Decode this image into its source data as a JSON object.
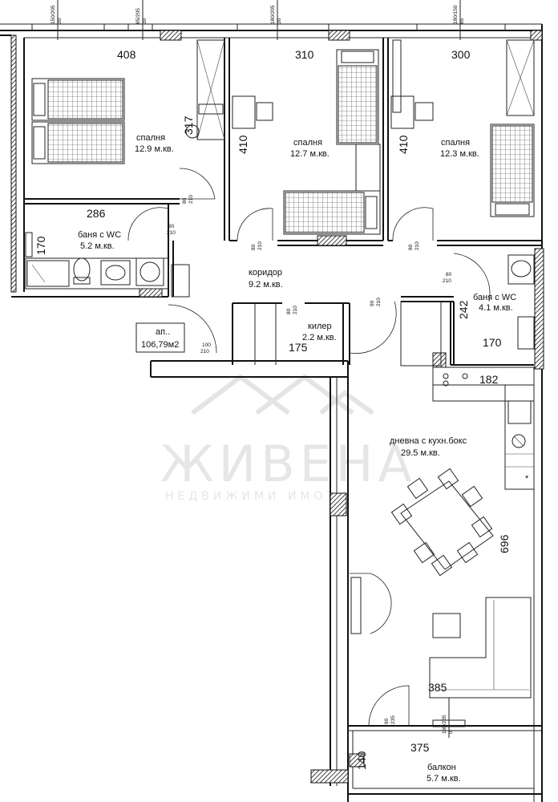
{
  "rooms": {
    "bedroom1": {
      "name": "спалня",
      "area": "12.9 м.кв."
    },
    "bedroom2": {
      "name": "спалня",
      "area": "12.7 м.кв."
    },
    "bedroom3": {
      "name": "спалня",
      "area": "12.3 м.кв."
    },
    "bath1": {
      "name": "баня с WC",
      "area": "5.2 м.кв."
    },
    "bath2": {
      "name": "баня с WC",
      "area": "4.1 м.кв."
    },
    "corridor": {
      "name": "коридор",
      "area": "9.2 м.кв."
    },
    "storage": {
      "name": "килер",
      "area": "2.2 м.кв."
    },
    "living": {
      "name": "дневна с кухн.бокс",
      "area": "29.5 м.кв."
    },
    "balcony": {
      "name": "балкон",
      "area": "5.7 м.кв."
    }
  },
  "apartment": {
    "label": "ап..",
    "area": "106,79м2"
  },
  "dimensions": {
    "d408": "408",
    "d310": "310",
    "d300": "300",
    "d317": "317",
    "d410a": "410",
    "d410b": "410",
    "d286": "286",
    "d170a": "170",
    "d242": "242",
    "d170b": "170",
    "d182": "182",
    "d175": "175",
    "d696": "696",
    "d385": "385",
    "d375": "375",
    "d140": "140"
  },
  "window_labels": {
    "w1a": "150/205",
    "w1b": "30",
    "w2a": "85/205",
    "w2b": "30",
    "w3a": "180/205",
    "w3b": "30",
    "w4a": "180/150",
    "w4b": "85",
    "w5a": "160/235",
    "w5b": "0"
  },
  "door_labels": {
    "d1a": "80",
    "d1b": "210",
    "d2a": "80",
    "d2b": "210",
    "d3a": "80",
    "d3b": "210",
    "d4a": "80",
    "d4b": "210",
    "d5a": "80",
    "d5b": "210",
    "d6a": "90",
    "d6b": "210",
    "d7a": "100",
    "d7b": "210",
    "d8a": "80",
    "d8b": "210",
    "d9a": "90",
    "d9b": "235"
  },
  "watermark": {
    "brand": "ЖИВЕНА",
    "tagline": "НЕДВИЖИМИ ИМОТИ"
  }
}
